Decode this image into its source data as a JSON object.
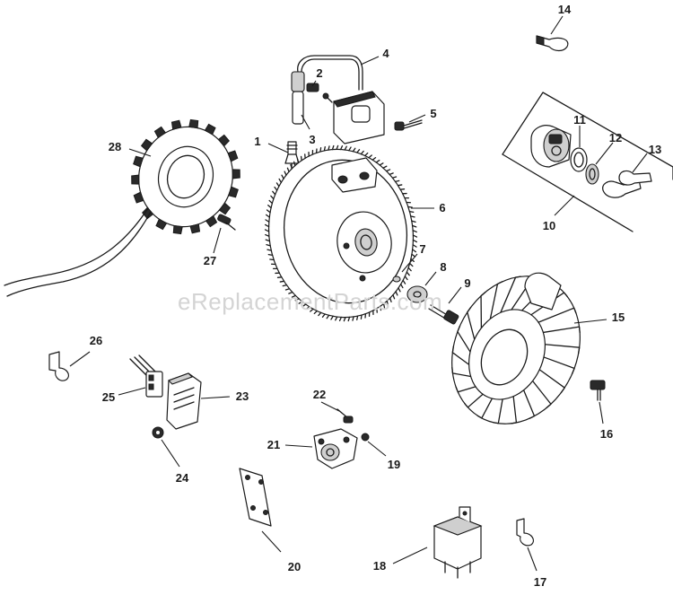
{
  "watermark": "eReplacementParts.com",
  "callouts": [
    {
      "id": "1",
      "label": "1"
    },
    {
      "id": "2",
      "label": "2"
    },
    {
      "id": "3",
      "label": "3"
    },
    {
      "id": "4",
      "label": "4"
    },
    {
      "id": "5",
      "label": "5"
    },
    {
      "id": "6",
      "label": "6"
    },
    {
      "id": "7",
      "label": "7"
    },
    {
      "id": "8",
      "label": "8"
    },
    {
      "id": "9",
      "label": "9"
    },
    {
      "id": "10",
      "label": "10"
    },
    {
      "id": "11",
      "label": "11"
    },
    {
      "id": "12",
      "label": "12"
    },
    {
      "id": "13",
      "label": "13"
    },
    {
      "id": "14",
      "label": "14"
    },
    {
      "id": "15",
      "label": "15"
    },
    {
      "id": "16",
      "label": "16"
    },
    {
      "id": "17",
      "label": "17"
    },
    {
      "id": "18",
      "label": "18"
    },
    {
      "id": "19",
      "label": "19"
    },
    {
      "id": "20",
      "label": "20"
    },
    {
      "id": "21",
      "label": "21"
    },
    {
      "id": "22",
      "label": "22"
    },
    {
      "id": "23",
      "label": "23"
    },
    {
      "id": "24",
      "label": "24"
    },
    {
      "id": "25",
      "label": "25"
    },
    {
      "id": "26",
      "label": "26"
    },
    {
      "id": "27",
      "label": "27"
    },
    {
      "id": "28",
      "label": "28"
    }
  ]
}
